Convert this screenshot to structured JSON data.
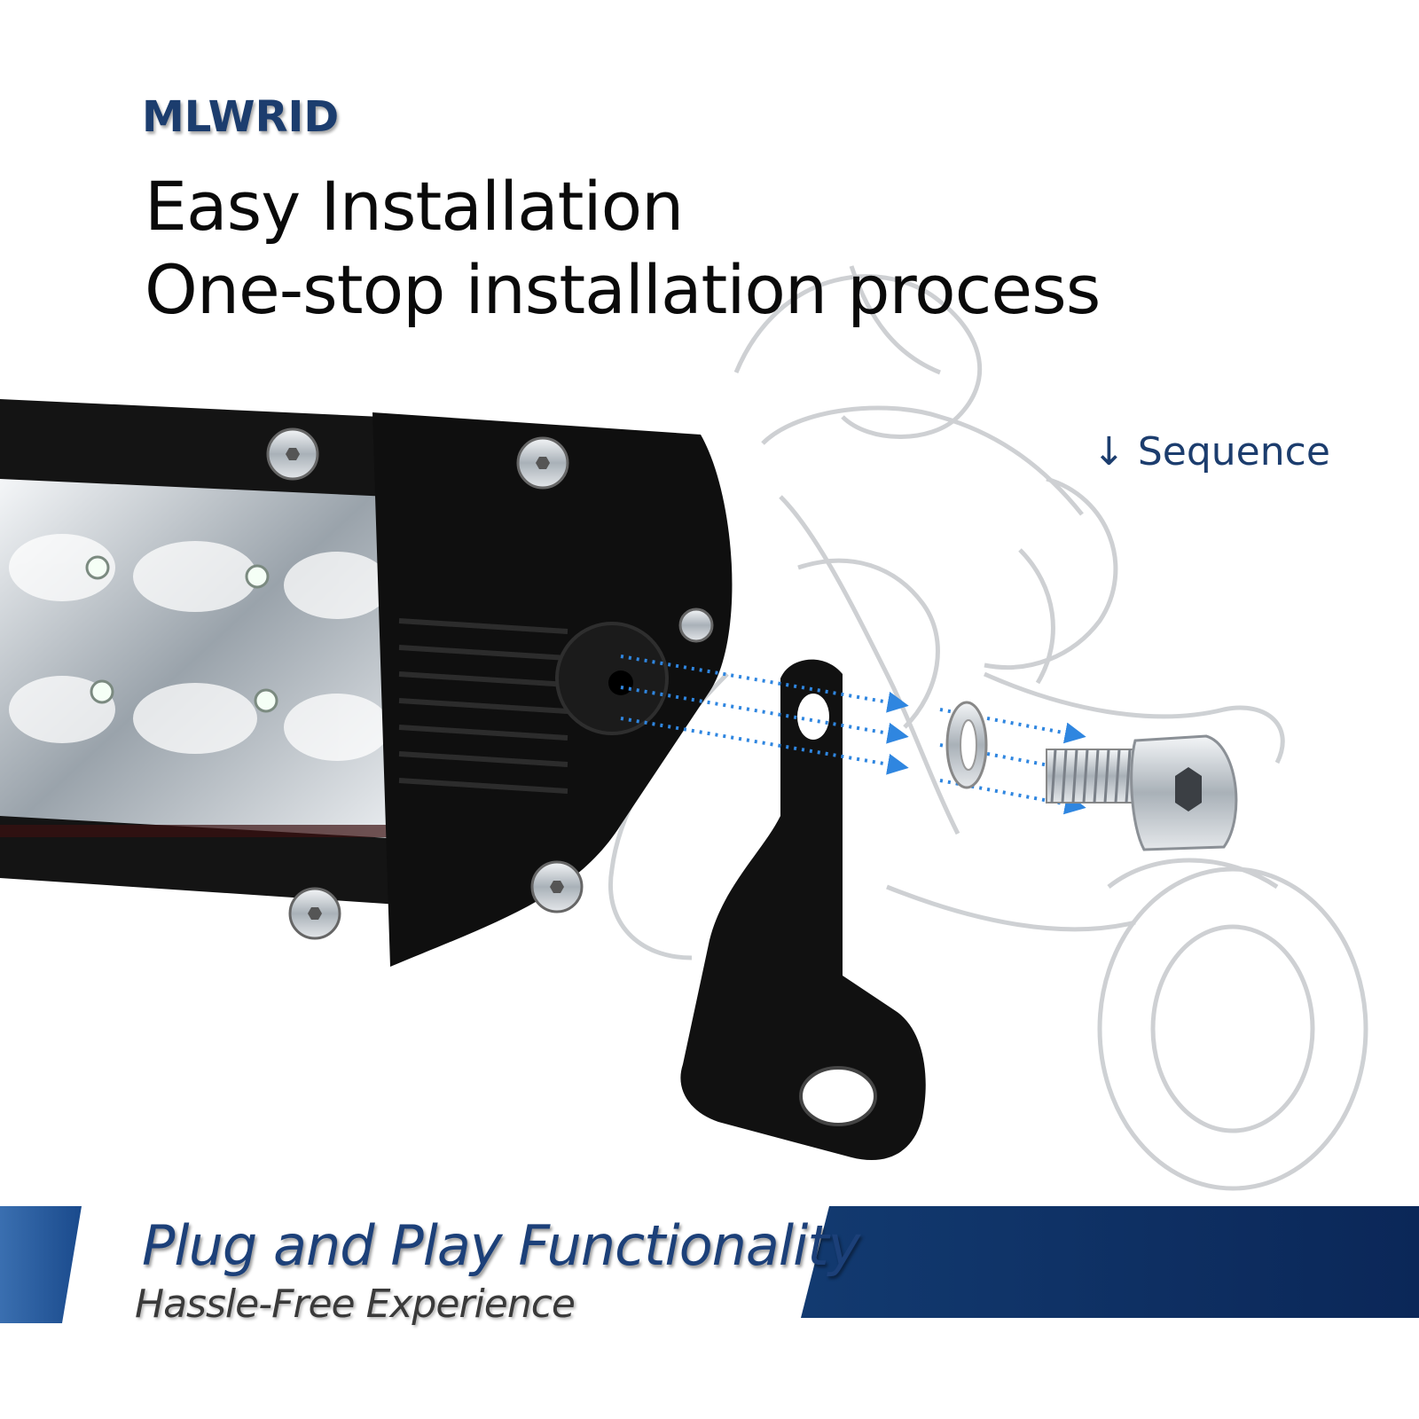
{
  "brand": "MLWRID",
  "headline": {
    "line1": "Easy Installation",
    "line2": "One-stop installation process"
  },
  "sequence_label": "↓ Sequence",
  "banner": {
    "title": "Plug and Play Functionality",
    "subtitle": "Hassle-Free Experience"
  },
  "colors": {
    "brand_blue": "#1c3d6e",
    "banner_navy": "#0d2f63",
    "arrow_blue": "#2f86e0",
    "bracket_black": "#111111"
  }
}
